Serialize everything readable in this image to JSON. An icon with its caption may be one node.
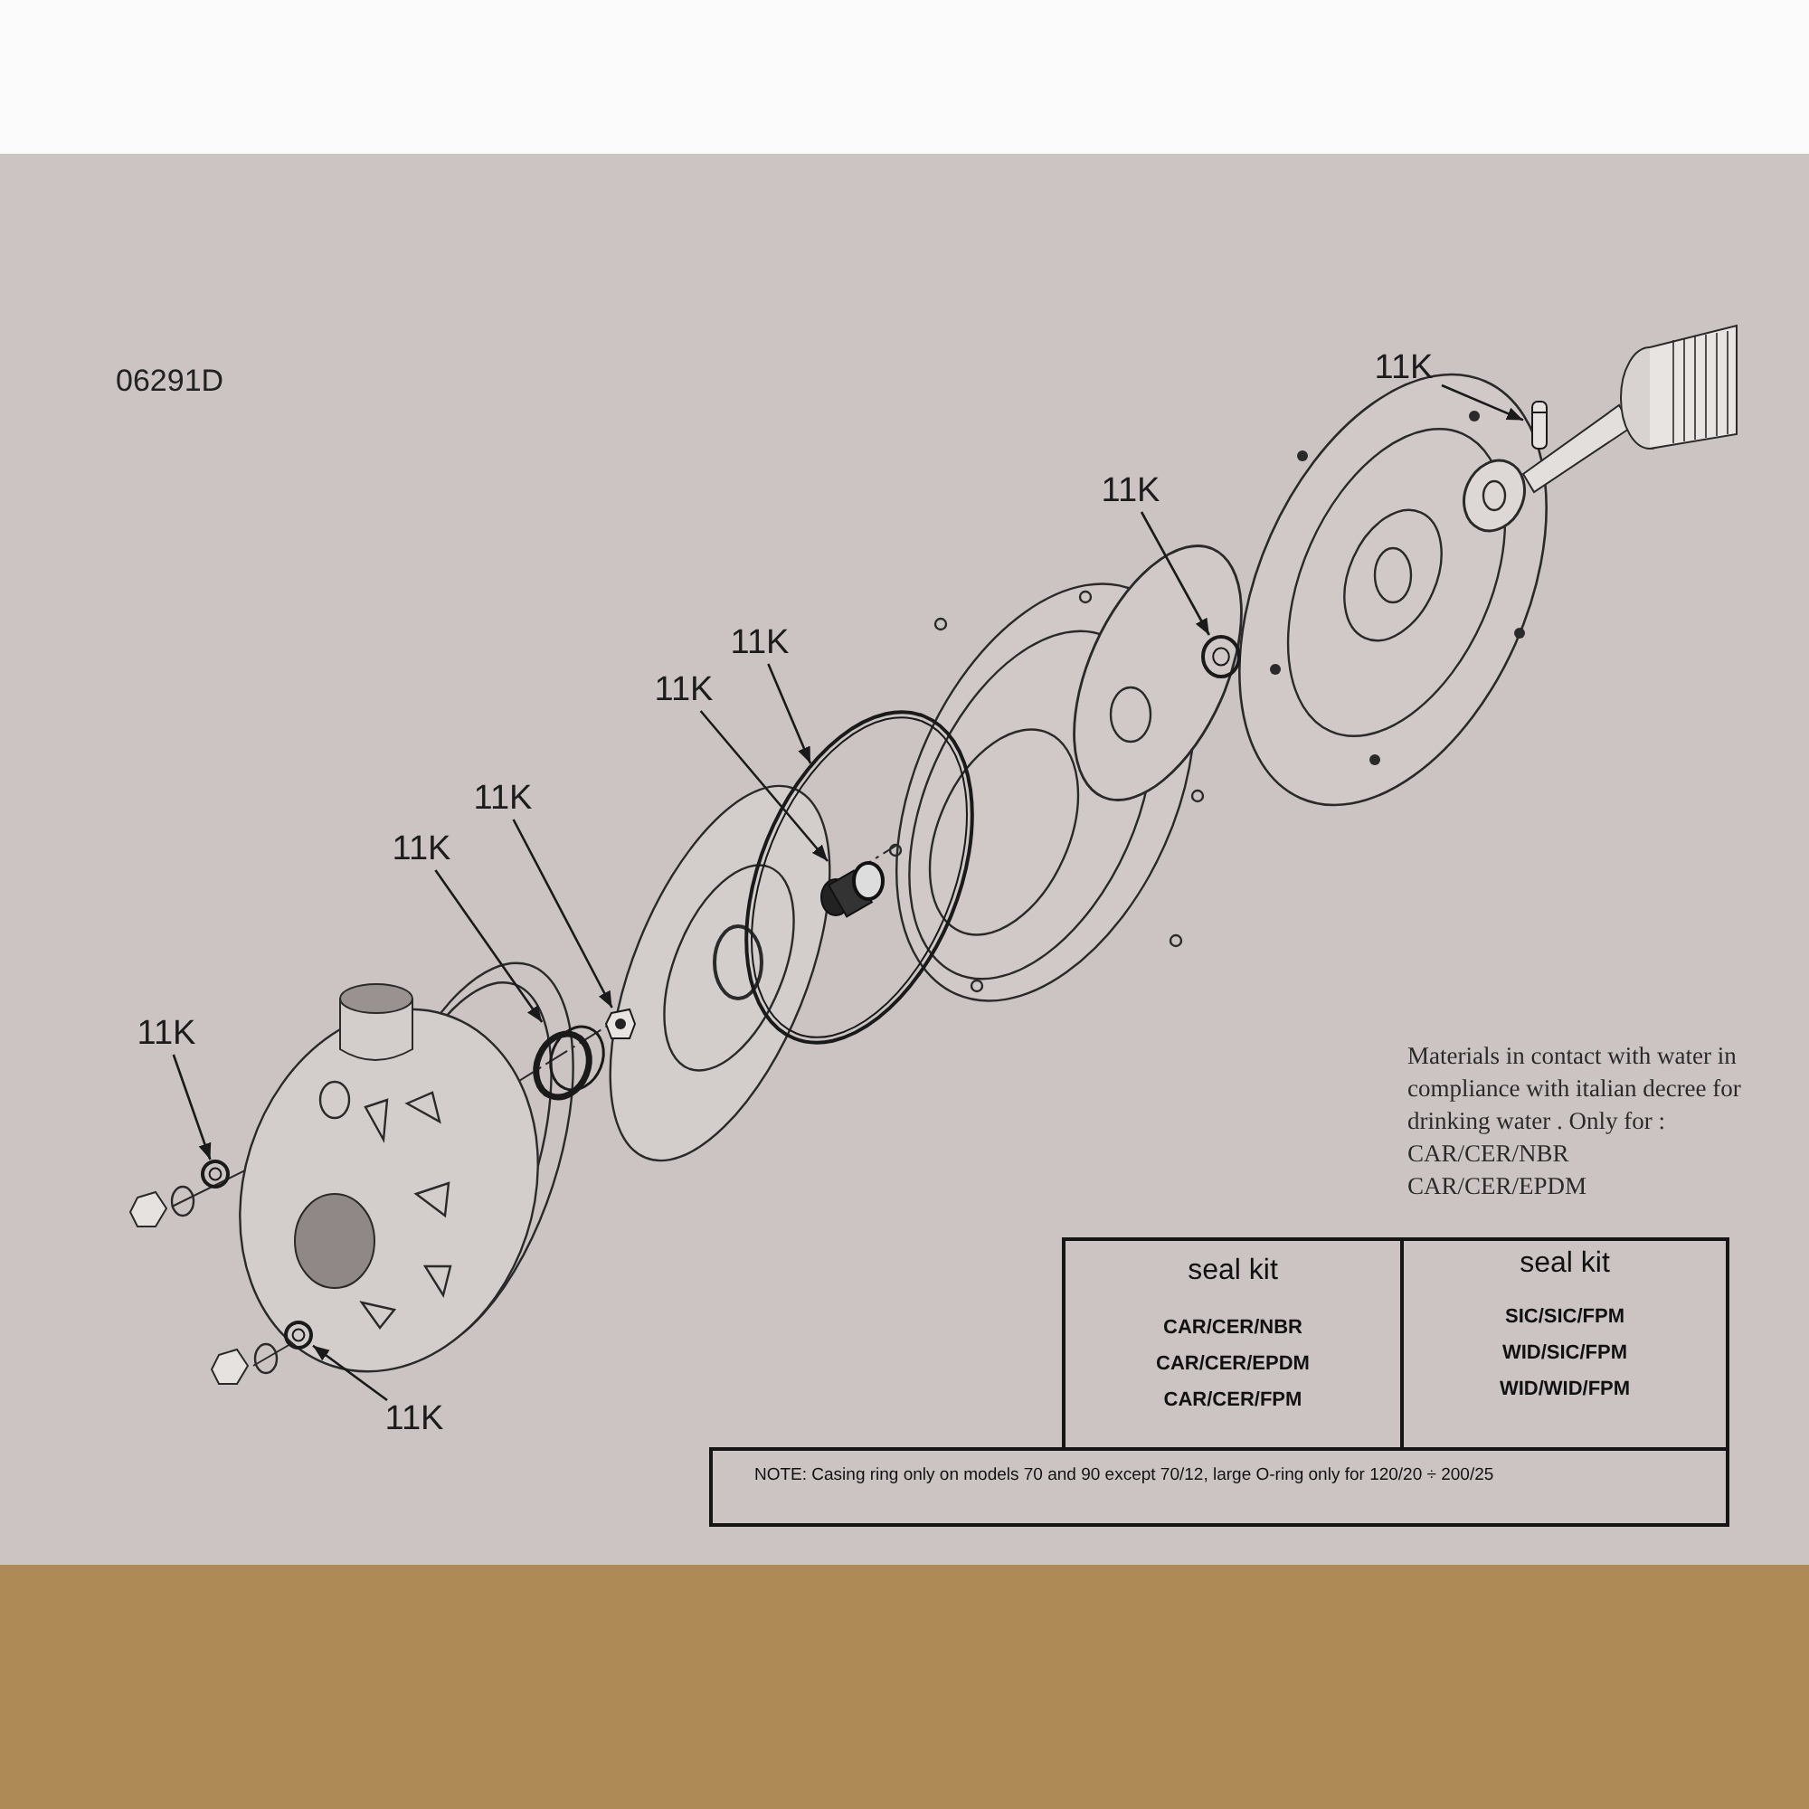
{
  "diagram": {
    "nodes": [
      {
        "text": [
          "11K"
        ]
      },
      {
        "text": [
          "11K"
        ]
      },
      {
        "text": [
          "11K"
        ]
      },
      {
        "text": [
          "11K"
        ]
      },
      {
        "text": [
          "11K"
        ]
      },
      {
        "text": [
          "11K"
        ]
      },
      {
        "text": [
          "11K"
        ]
      },
      {
        "text": [
          "11K"
        ]
      },
      {
        "text": [],
        "shape": "circle"
      },
      {
        "text": [],
        "shape": "circle"
      },
      {
        "text": [],
        "shape": "circle"
      },
      {
        "text": [],
        "shape": "picture"
      },
      {
        "text": [],
        "shape": "cylinder",
        "in": 13
      },
      {
        "text": [],
        "shape": "circle"
      },
      {
        "text": [],
        "shape": "circle"
      },
      {
        "text": [],
        "shape": "picture"
      }
    ],
    "edges": [
      {
        "from": 0,
        "to": 8,
        "arrow": "to"
      },
      {
        "from": 1,
        "to": 9,
        "arrow": "to"
      },
      {
        "from": 2,
        "to": 10,
        "arrow": "to"
      },
      {
        "from": 3,
        "to": 11,
        "arrow": "to"
      },
      {
        "from": 4,
        "to": 12,
        "arrow": "to"
      },
      {
        "from": 5,
        "to": 13,
        "arrow": "to"
      },
      {
        "from": 6,
        "to": 14,
        "arrow": "to"
      },
      {
        "from": 7,
        "to": 15,
        "arrow": "to"
      }
    ],
    "labels": [
      "06291D",
      "Materials in contact with water in compliance with italian decree for drinking water . Only for :",
      "CAR/CER/NBR",
      "CAR/CER/EPDM",
      "seal kit",
      "CAR/CER/NBR",
      "CAR/CER/EPDM",
      "CAR/CER/FPM",
      "seal kit",
      "SIC/SIC/FPM",
      "WID/SIC/FPM",
      "WID/WID/FPM",
      "NOTE: Casing ring only on models 70 and 90 except 70/12, large O-ring only for 120/20 ÷ 200/25"
    ]
  }
}
